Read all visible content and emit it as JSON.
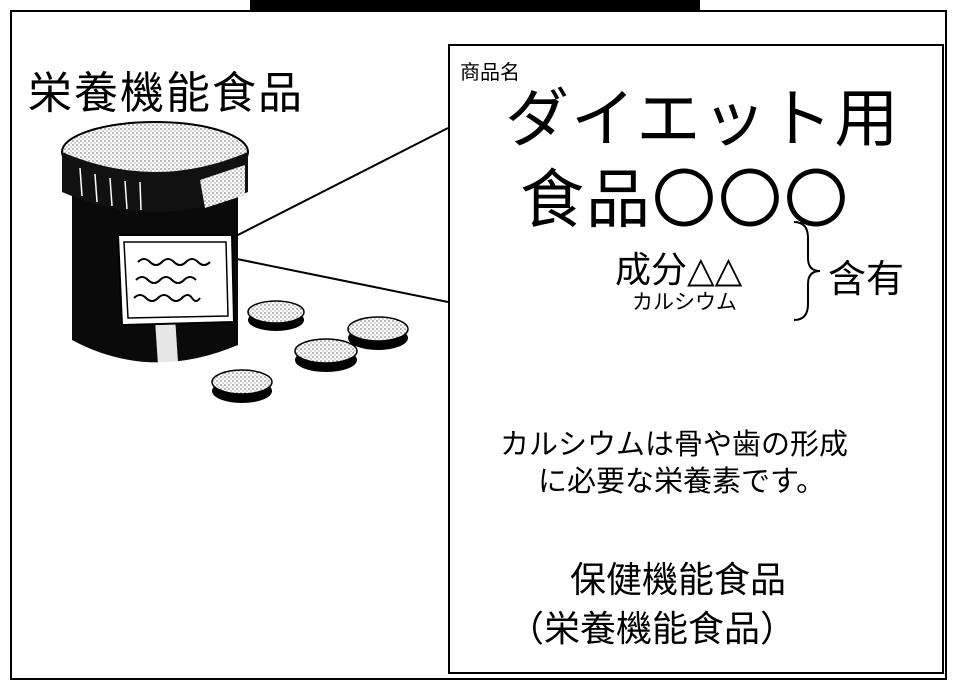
{
  "heading": "栄養機能食品",
  "product": {
    "name_label": "商品名",
    "name_line1": "ダイエット用",
    "name_line2": "食品〇〇〇",
    "ingredient": "成分△△",
    "ingredient_example": "カルシウム",
    "contains": "含有"
  },
  "description": {
    "line1": "カルシウムは骨や歯の形成",
    "line2": "に必要な栄養素です。"
  },
  "category": {
    "line1": "保健機能食品",
    "line2": "（栄養機能食品）"
  }
}
